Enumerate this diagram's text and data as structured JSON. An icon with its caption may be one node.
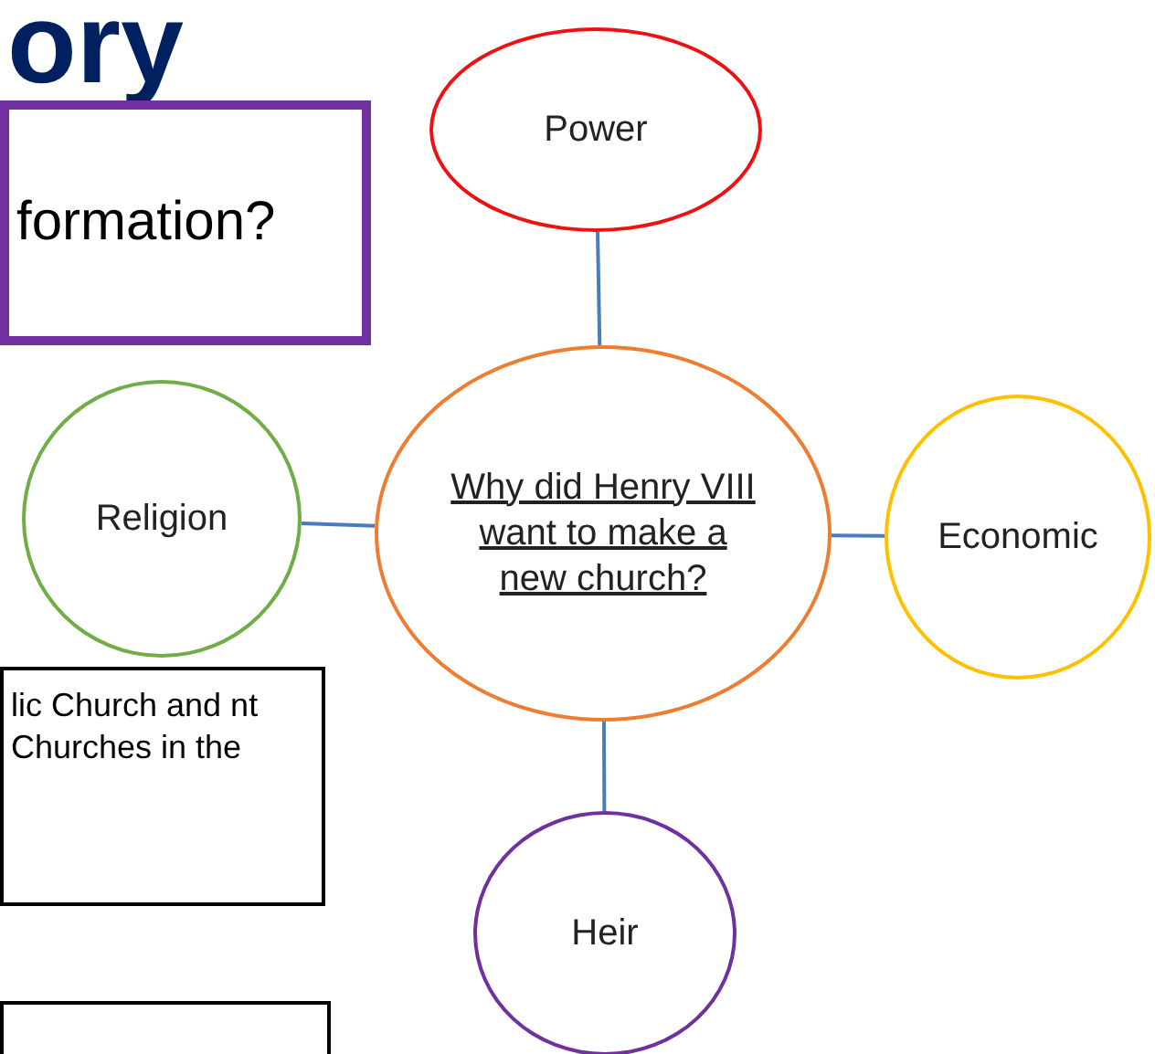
{
  "diagram": {
    "title": "ory",
    "nodes": [
      {
        "text": [
          "formation?"
        ]
      },
      {
        "text": [
          "Power"
        ]
      },
      {
        "text": [
          "Religion"
        ]
      },
      {
        "text": [
          "Why did Henry VIII want to make a new church?"
        ]
      },
      {
        "text": [
          "Economic"
        ]
      },
      {
        "text": [
          "lic Church and nt Churches in the"
        ]
      },
      {
        "text": [
          "Heir"
        ]
      },
      {
        "text": [],
        "shape": "box"
      }
    ],
    "edges": [
      {
        "from": 3,
        "to": 1,
        "arrow": "none"
      },
      {
        "from": 3,
        "to": 2,
        "arrow": "none"
      },
      {
        "from": 3,
        "to": 4,
        "arrow": "none"
      },
      {
        "from": 3,
        "to": 6,
        "arrow": "none"
      }
    ]
  }
}
